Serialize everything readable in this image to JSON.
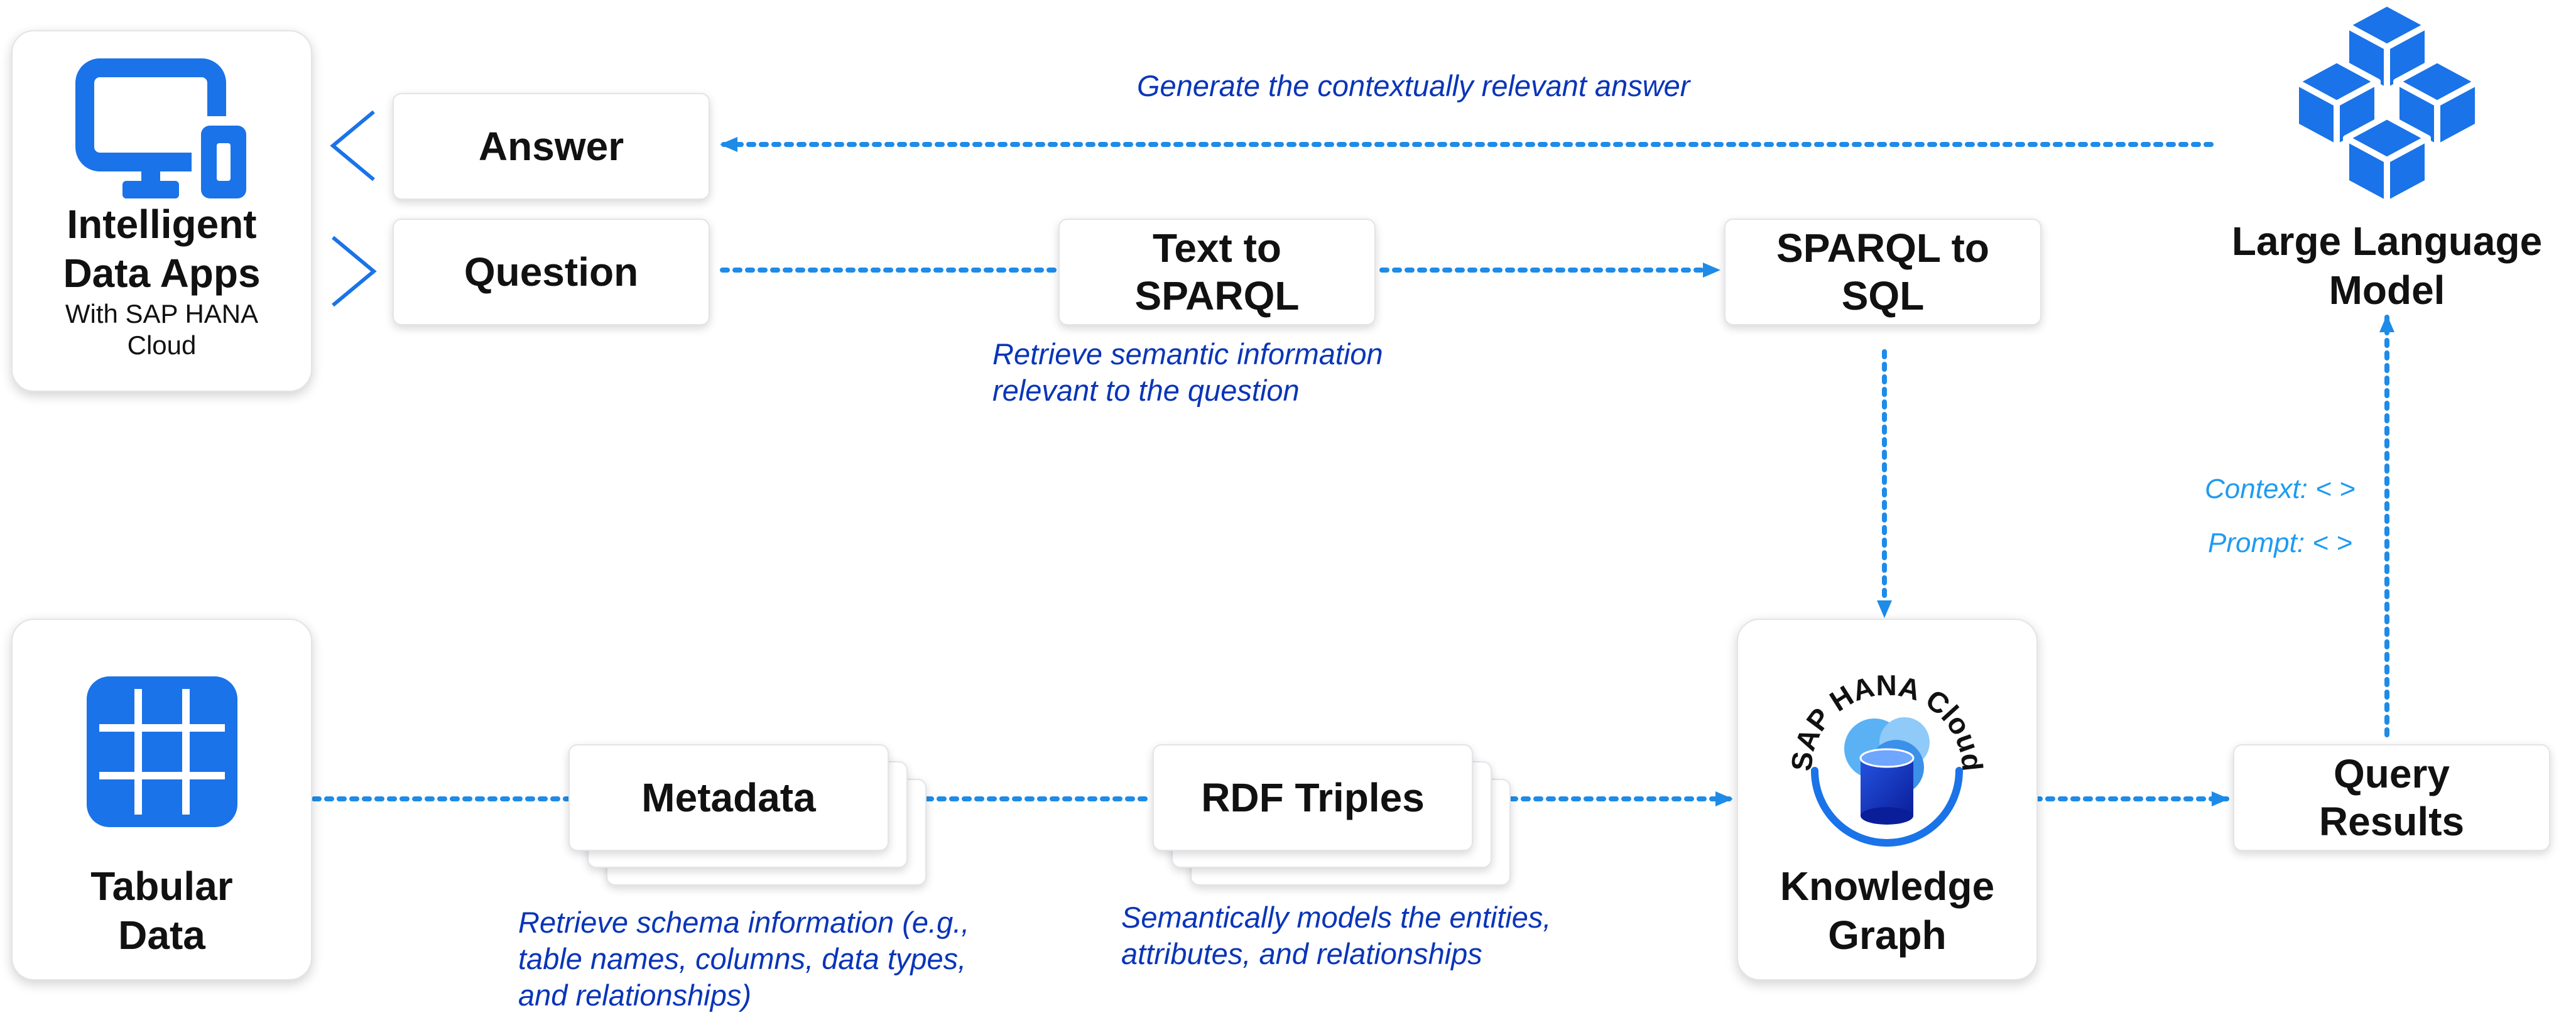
{
  "apps": {
    "title_line1": "Intelligent",
    "title_line2": "Data Apps",
    "subtitle_line1": "With SAP HANA",
    "subtitle_line2": "Cloud"
  },
  "answer": "Answer",
  "question": "Question",
  "text_to_sparql": {
    "line1": "Text to",
    "line2": "SPARQL"
  },
  "sparql_to_sql": {
    "line1": "SPARQL to",
    "line2": "SQL"
  },
  "llm": {
    "line1": "Large Language",
    "line2": "Model"
  },
  "tabular": {
    "line1": "Tabular",
    "line2": "Data"
  },
  "metadata": "Metadata",
  "rdf_triples": "RDF Triples",
  "knowledge_graph": {
    "line1": "Knowledge",
    "line2": "Graph",
    "logo_text": "SAP HANA Cloud"
  },
  "query_results": {
    "line1": "Query",
    "line2": "Results"
  },
  "notes": {
    "generate": "Generate the contextually relevant answer",
    "retrieve_semantic": "Retrieve semantic information\nrelevant to the question",
    "retrieve_schema": "Retrieve schema information (e.g.,\ntable names, columns, data types,\nand relationships)",
    "semantic_models": "Semantically models the entities,\nattributes, and relationships",
    "context": "Context: < >",
    "prompt": "Prompt: < >"
  },
  "colors": {
    "accent_blue": "#1a73e8",
    "arrow_blue": "#1e8be8",
    "note_dark_blue": "#0a35b8",
    "note_light_blue": "#1e9bf0"
  },
  "icons": [
    "devices-icon",
    "cube-cluster-icon",
    "table-grid-icon",
    "hana-cloud-database-icon"
  ]
}
